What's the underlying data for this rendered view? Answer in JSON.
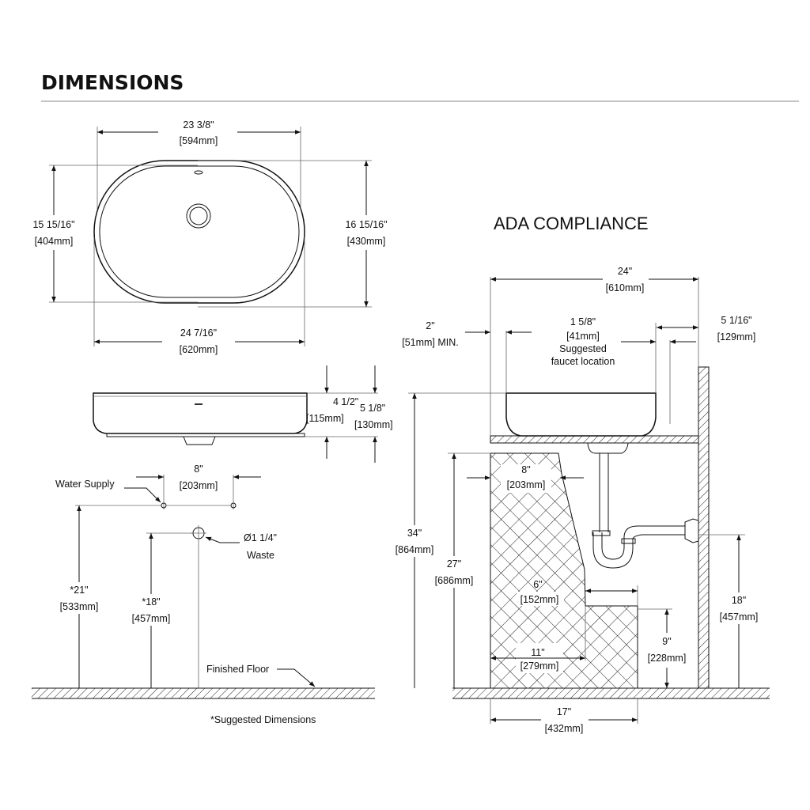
{
  "title": "DIMENSIONS",
  "ada_title": "ADA COMPLIANCE",
  "top_view": {
    "width_top": {
      "in": "23 3/8\"",
      "mm": "[594mm]"
    },
    "width_bottom": {
      "in": "24 7/16\"",
      "mm": "[620mm]"
    },
    "height_left": {
      "in": "15 15/16\"",
      "mm": "[404mm]"
    },
    "height_right": {
      "in": "16 15/16\"",
      "mm": "[430mm]"
    }
  },
  "side_view": {
    "bowl_height": {
      "in": "4 1/2\"",
      "mm": "[115mm]"
    },
    "total_height": {
      "in": "5 1/8\"",
      "mm": "[130mm]"
    }
  },
  "rough_in": {
    "supply_spacing": {
      "in": "8\"",
      "mm": "[203mm]"
    },
    "water_supply": "Water Supply",
    "waste_size": "Ø1 1/4\"",
    "waste": "Waste",
    "supply_height": {
      "in": "*21\"",
      "mm": "[533mm]"
    },
    "waste_height": {
      "in": "*18\"",
      "mm": "[457mm]"
    },
    "finished_floor": "Finished Floor",
    "footnote": "*Suggested Dimensions"
  },
  "ada": {
    "counter_width": {
      "in": "24\"",
      "mm": "[610mm]"
    },
    "min_clearance": {
      "in": "2\"",
      "mm": "[51mm] MIN."
    },
    "faucet": {
      "in": "1  5/8\"",
      "mm": "[41mm]",
      "line1": "Suggested",
      "line2": "faucet location"
    },
    "wall_offset": {
      "in": "5 1/16\"",
      "mm": "[129mm]"
    },
    "counter_height": {
      "in": "34\"",
      "mm": "[864mm]"
    },
    "knee_height": {
      "in": "27\"",
      "mm": "[686mm]"
    },
    "knee_depth": {
      "in": "8\"",
      "mm": "[203mm]"
    },
    "toe_setback": {
      "in": "6\"",
      "mm": "[152mm]"
    },
    "toe_depth": {
      "in": "11\"",
      "mm": "[279mm]"
    },
    "toe_height": {
      "in": "9\"",
      "mm": "[228mm]"
    },
    "drain_height": {
      "in": "18\"",
      "mm": "[457mm]"
    },
    "clear_depth": {
      "in": "17\"",
      "mm": "[432mm]"
    }
  }
}
